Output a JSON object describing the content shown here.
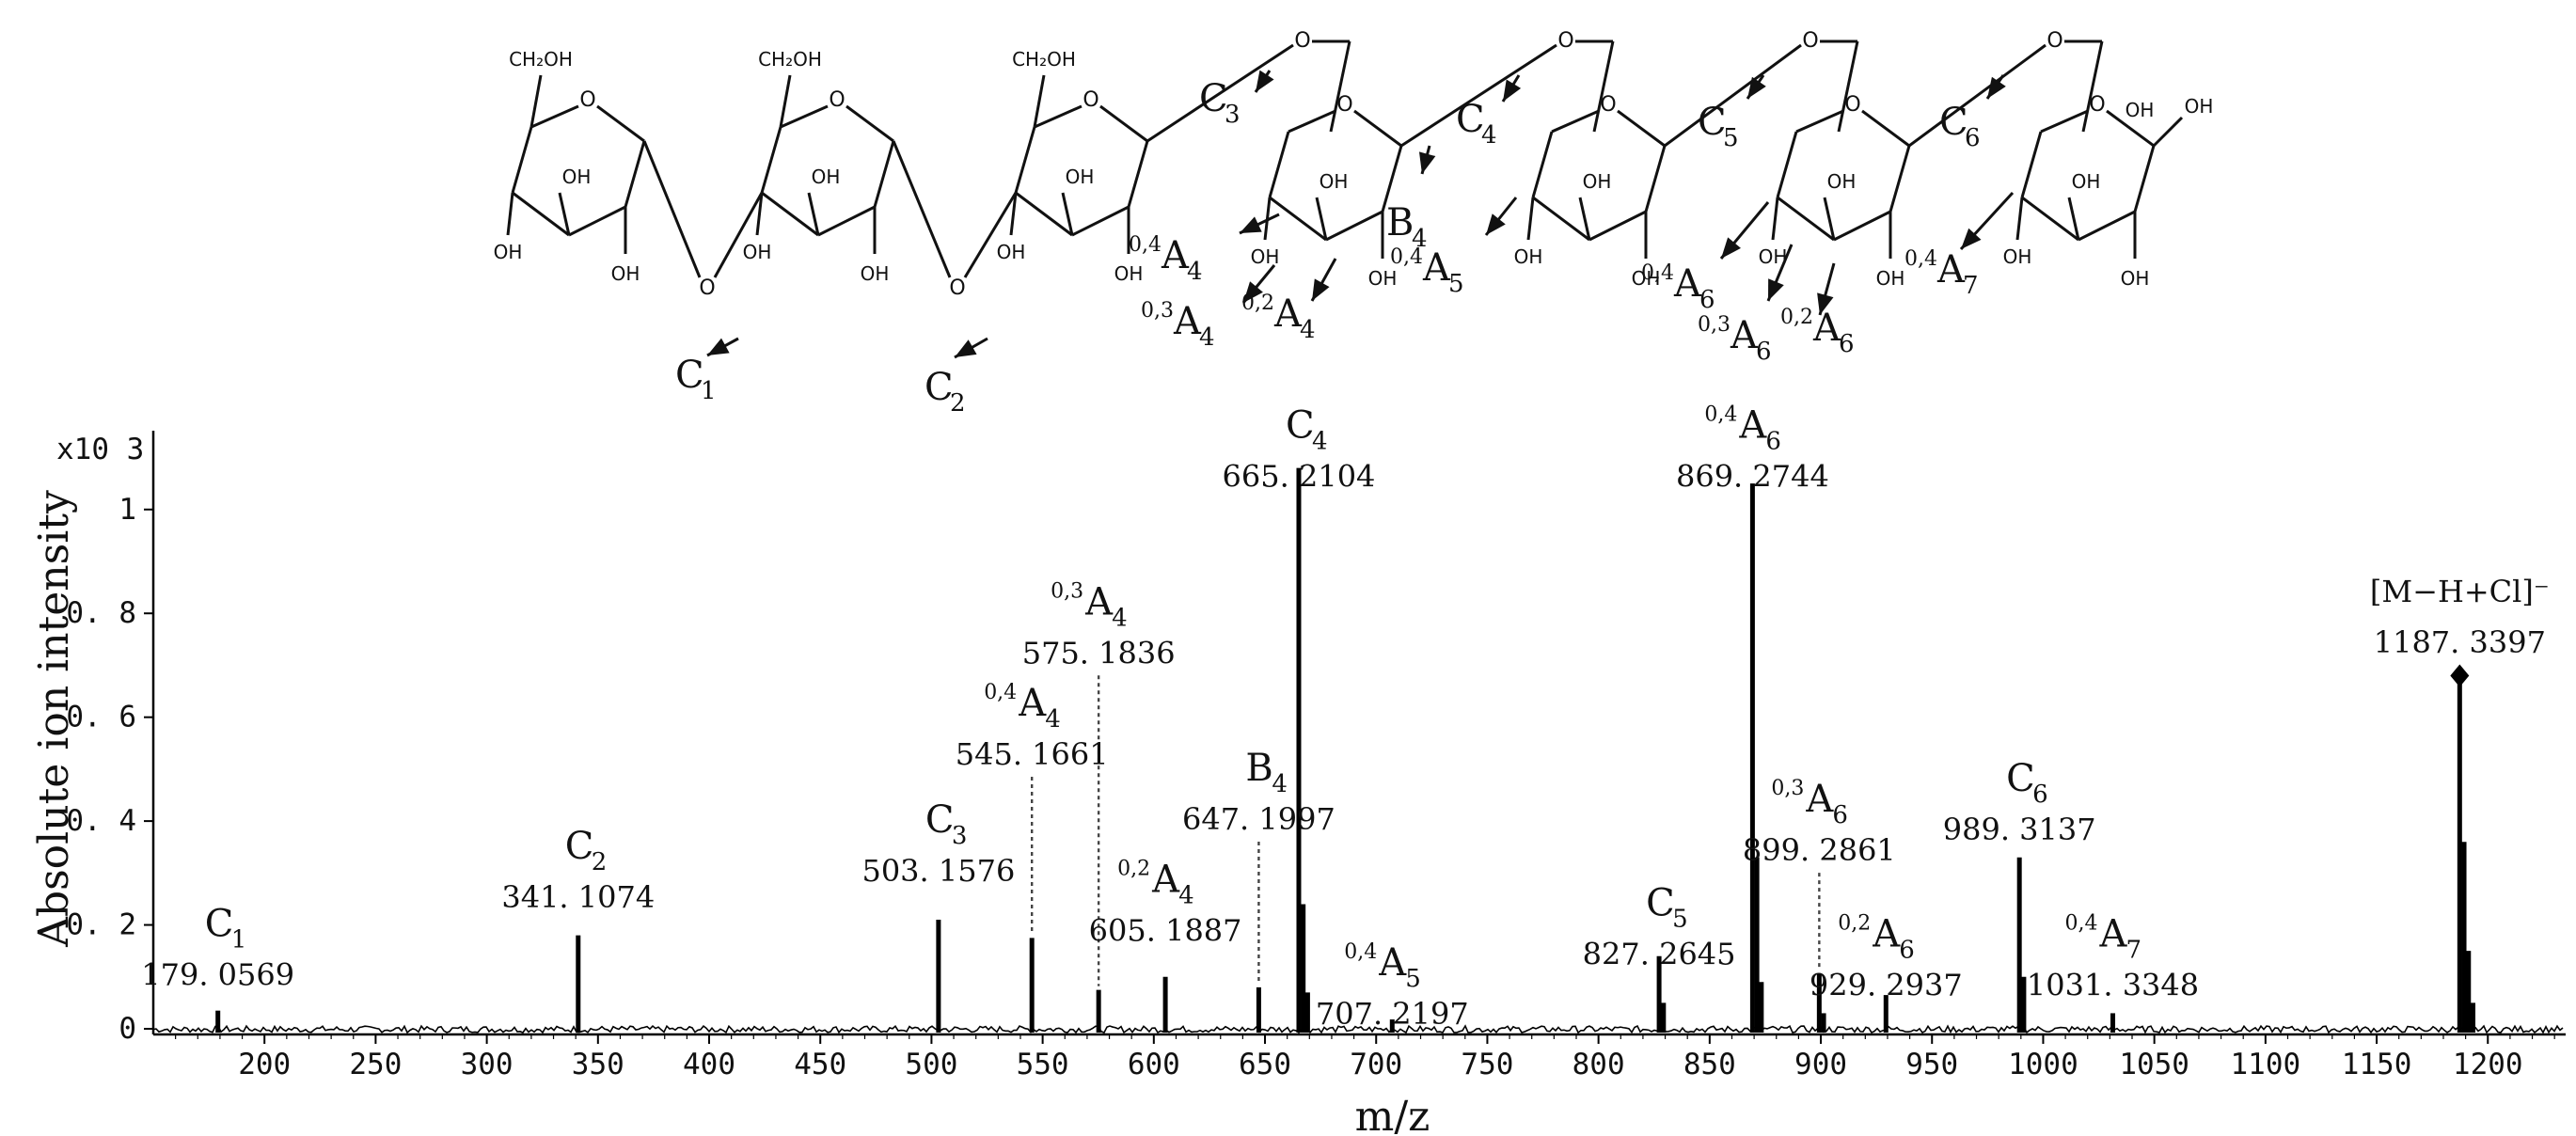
{
  "structure": {
    "atoms": {
      "ch2oh": "CH₂OH",
      "oh": "OH",
      "o": "O"
    },
    "fragments": [
      {
        "id": "C1",
        "letter": "C",
        "sub": "1",
        "sup": ""
      },
      {
        "id": "C2",
        "letter": "C",
        "sub": "2",
        "sup": ""
      },
      {
        "id": "C3",
        "letter": "C",
        "sub": "3",
        "sup": ""
      },
      {
        "id": "C4",
        "letter": "C",
        "sub": "4",
        "sup": ""
      },
      {
        "id": "C5",
        "letter": "C",
        "sub": "5",
        "sup": ""
      },
      {
        "id": "C6",
        "letter": "C",
        "sub": "6",
        "sup": ""
      },
      {
        "id": "B4",
        "letter": "B",
        "sub": "4",
        "sup": ""
      },
      {
        "id": "04A4",
        "letter": "A",
        "sub": "4",
        "sup": "0,4"
      },
      {
        "id": "03A4",
        "letter": "A",
        "sub": "4",
        "sup": "0,3"
      },
      {
        "id": "02A4",
        "letter": "A",
        "sub": "4",
        "sup": "0,2"
      },
      {
        "id": "04A5",
        "letter": "A",
        "sub": "5",
        "sup": "0,4"
      },
      {
        "id": "04A6",
        "letter": "A",
        "sub": "6",
        "sup": "0,4"
      },
      {
        "id": "03A6",
        "letter": "A",
        "sub": "6",
        "sup": "0,3"
      },
      {
        "id": "02A6",
        "letter": "A",
        "sub": "6",
        "sup": "0,2"
      },
      {
        "id": "04A7",
        "letter": "A",
        "sub": "7",
        "sup": "0,4"
      }
    ]
  },
  "chart_data": {
    "type": "bar",
    "xlabel": "m/z",
    "ylabel": "Absolute ion intensity",
    "y_multiplier": "x10 3",
    "xlim": [
      150,
      1235
    ],
    "ylim": [
      0,
      1.13
    ],
    "xticks": [
      200,
      250,
      300,
      350,
      400,
      450,
      500,
      550,
      600,
      650,
      700,
      750,
      800,
      850,
      900,
      950,
      1000,
      1050,
      1100,
      1150,
      1200
    ],
    "yticks": [
      {
        "v": 0,
        "label": "0"
      },
      {
        "v": 0.2,
        "label": "0. 2"
      },
      {
        "v": 0.4,
        "label": "0. 4"
      },
      {
        "v": 0.6,
        "label": "0. 6"
      },
      {
        "v": 0.8,
        "label": "0. 8"
      },
      {
        "v": 1.0,
        "label": "1"
      }
    ],
    "peaks": [
      {
        "mz": 179.0569,
        "intensity": 0.035
      },
      {
        "mz": 341.1074,
        "intensity": 0.18
      },
      {
        "mz": 503.1576,
        "intensity": 0.21
      },
      {
        "mz": 545.1661,
        "intensity": 0.175
      },
      {
        "mz": 575.1836,
        "intensity": 0.075
      },
      {
        "mz": 605.1887,
        "intensity": 0.1
      },
      {
        "mz": 647.1997,
        "intensity": 0.08
      },
      {
        "mz": 665.2104,
        "intensity": 1.08
      },
      {
        "mz": 667.2,
        "intensity": 0.24
      },
      {
        "mz": 669.2,
        "intensity": 0.07
      },
      {
        "mz": 707.2197,
        "intensity": 0.018
      },
      {
        "mz": 827.2645,
        "intensity": 0.14
      },
      {
        "mz": 829.26,
        "intensity": 0.05
      },
      {
        "mz": 869.2744,
        "intensity": 1.05
      },
      {
        "mz": 871.27,
        "intensity": 0.33
      },
      {
        "mz": 873.27,
        "intensity": 0.09
      },
      {
        "mz": 899.2861,
        "intensity": 0.105
      },
      {
        "mz": 901.28,
        "intensity": 0.03
      },
      {
        "mz": 929.2937,
        "intensity": 0.065
      },
      {
        "mz": 989.3137,
        "intensity": 0.33
      },
      {
        "mz": 991.31,
        "intensity": 0.1
      },
      {
        "mz": 1031.3348,
        "intensity": 0.03
      },
      {
        "mz": 1187.3397,
        "intensity": 0.68
      },
      {
        "mz": 1189.33,
        "intensity": 0.36
      },
      {
        "mz": 1191.33,
        "intensity": 0.15
      },
      {
        "mz": 1193.33,
        "intensity": 0.05
      }
    ],
    "annotations": [
      {
        "mz": 179.0569,
        "label": "179. 0569",
        "name": {
          "letter": "C",
          "sub": "1",
          "sup": ""
        },
        "y": 0.16
      },
      {
        "mz": 341.1074,
        "label": "341. 1074",
        "name": {
          "letter": "C",
          "sub": "2",
          "sup": ""
        },
        "y": 0.31
      },
      {
        "mz": 503.1576,
        "label": "503. 1576",
        "name": {
          "letter": "C",
          "sub": "3",
          "sup": ""
        },
        "y": 0.36
      },
      {
        "mz": 545.1661,
        "label": "545. 1661",
        "name": {
          "letter": "A",
          "sub": "4",
          "sup": "0,4"
        },
        "y": 0.585
      },
      {
        "mz": 575.1836,
        "label": "575. 1836",
        "name": {
          "letter": "A",
          "sub": "4",
          "sup": "0,3"
        },
        "y": 0.78
      },
      {
        "mz": 605.1887,
        "label": "605. 1887",
        "name": {
          "letter": "A",
          "sub": "4",
          "sup": "0,2"
        },
        "y": 0.245
      },
      {
        "mz": 647.1997,
        "label": "647. 1997",
        "name": {
          "letter": "B",
          "sub": "4",
          "sup": ""
        },
        "y": 0.46
      },
      {
        "mz": 665.2104,
        "label": "665. 2104",
        "name": {
          "letter": "C",
          "sub": "4",
          "sup": ""
        },
        "y": 1.12
      },
      {
        "mz": 707.2197,
        "label": "707. 2197",
        "name": {
          "letter": "A",
          "sub": "5",
          "sup": "0,4"
        },
        "y": 0.085
      },
      {
        "mz": 827.2645,
        "label": "827. 2645",
        "name": {
          "letter": "C",
          "sub": "5",
          "sup": ""
        },
        "y": 0.2
      },
      {
        "mz": 869.2744,
        "label": "869. 2744",
        "name": {
          "letter": "A",
          "sub": "6",
          "sup": "0,4"
        },
        "y": 1.12
      },
      {
        "mz": 899.2861,
        "label": "899. 2861",
        "name": {
          "letter": "A",
          "sub": "6",
          "sup": "0,3"
        },
        "y": 0.4
      },
      {
        "mz": 929.2937,
        "label": "929. 2937",
        "name": {
          "letter": "A",
          "sub": "6",
          "sup": "0,2"
        },
        "y": 0.14
      },
      {
        "mz": 989.3137,
        "label": "989. 3137",
        "name": {
          "letter": "C",
          "sub": "6",
          "sup": ""
        },
        "y": 0.44
      },
      {
        "mz": 1031.3348,
        "label": "1031. 3348",
        "name": {
          "letter": "A",
          "sub": "7",
          "sup": "0,4"
        },
        "y": 0.14
      },
      {
        "mz": 1187.3397,
        "label": "1187. 3397",
        "name": {
          "letter": "[M−H+Cl]⁻",
          "sub": "",
          "sup": ""
        },
        "y": 0.8
      }
    ],
    "guides": [
      545.1661,
      575.1836,
      647.1997,
      899.2861
    ],
    "marker": {
      "mz": 1187.3397,
      "intensity": 0.68,
      "shape": "diamond"
    }
  }
}
